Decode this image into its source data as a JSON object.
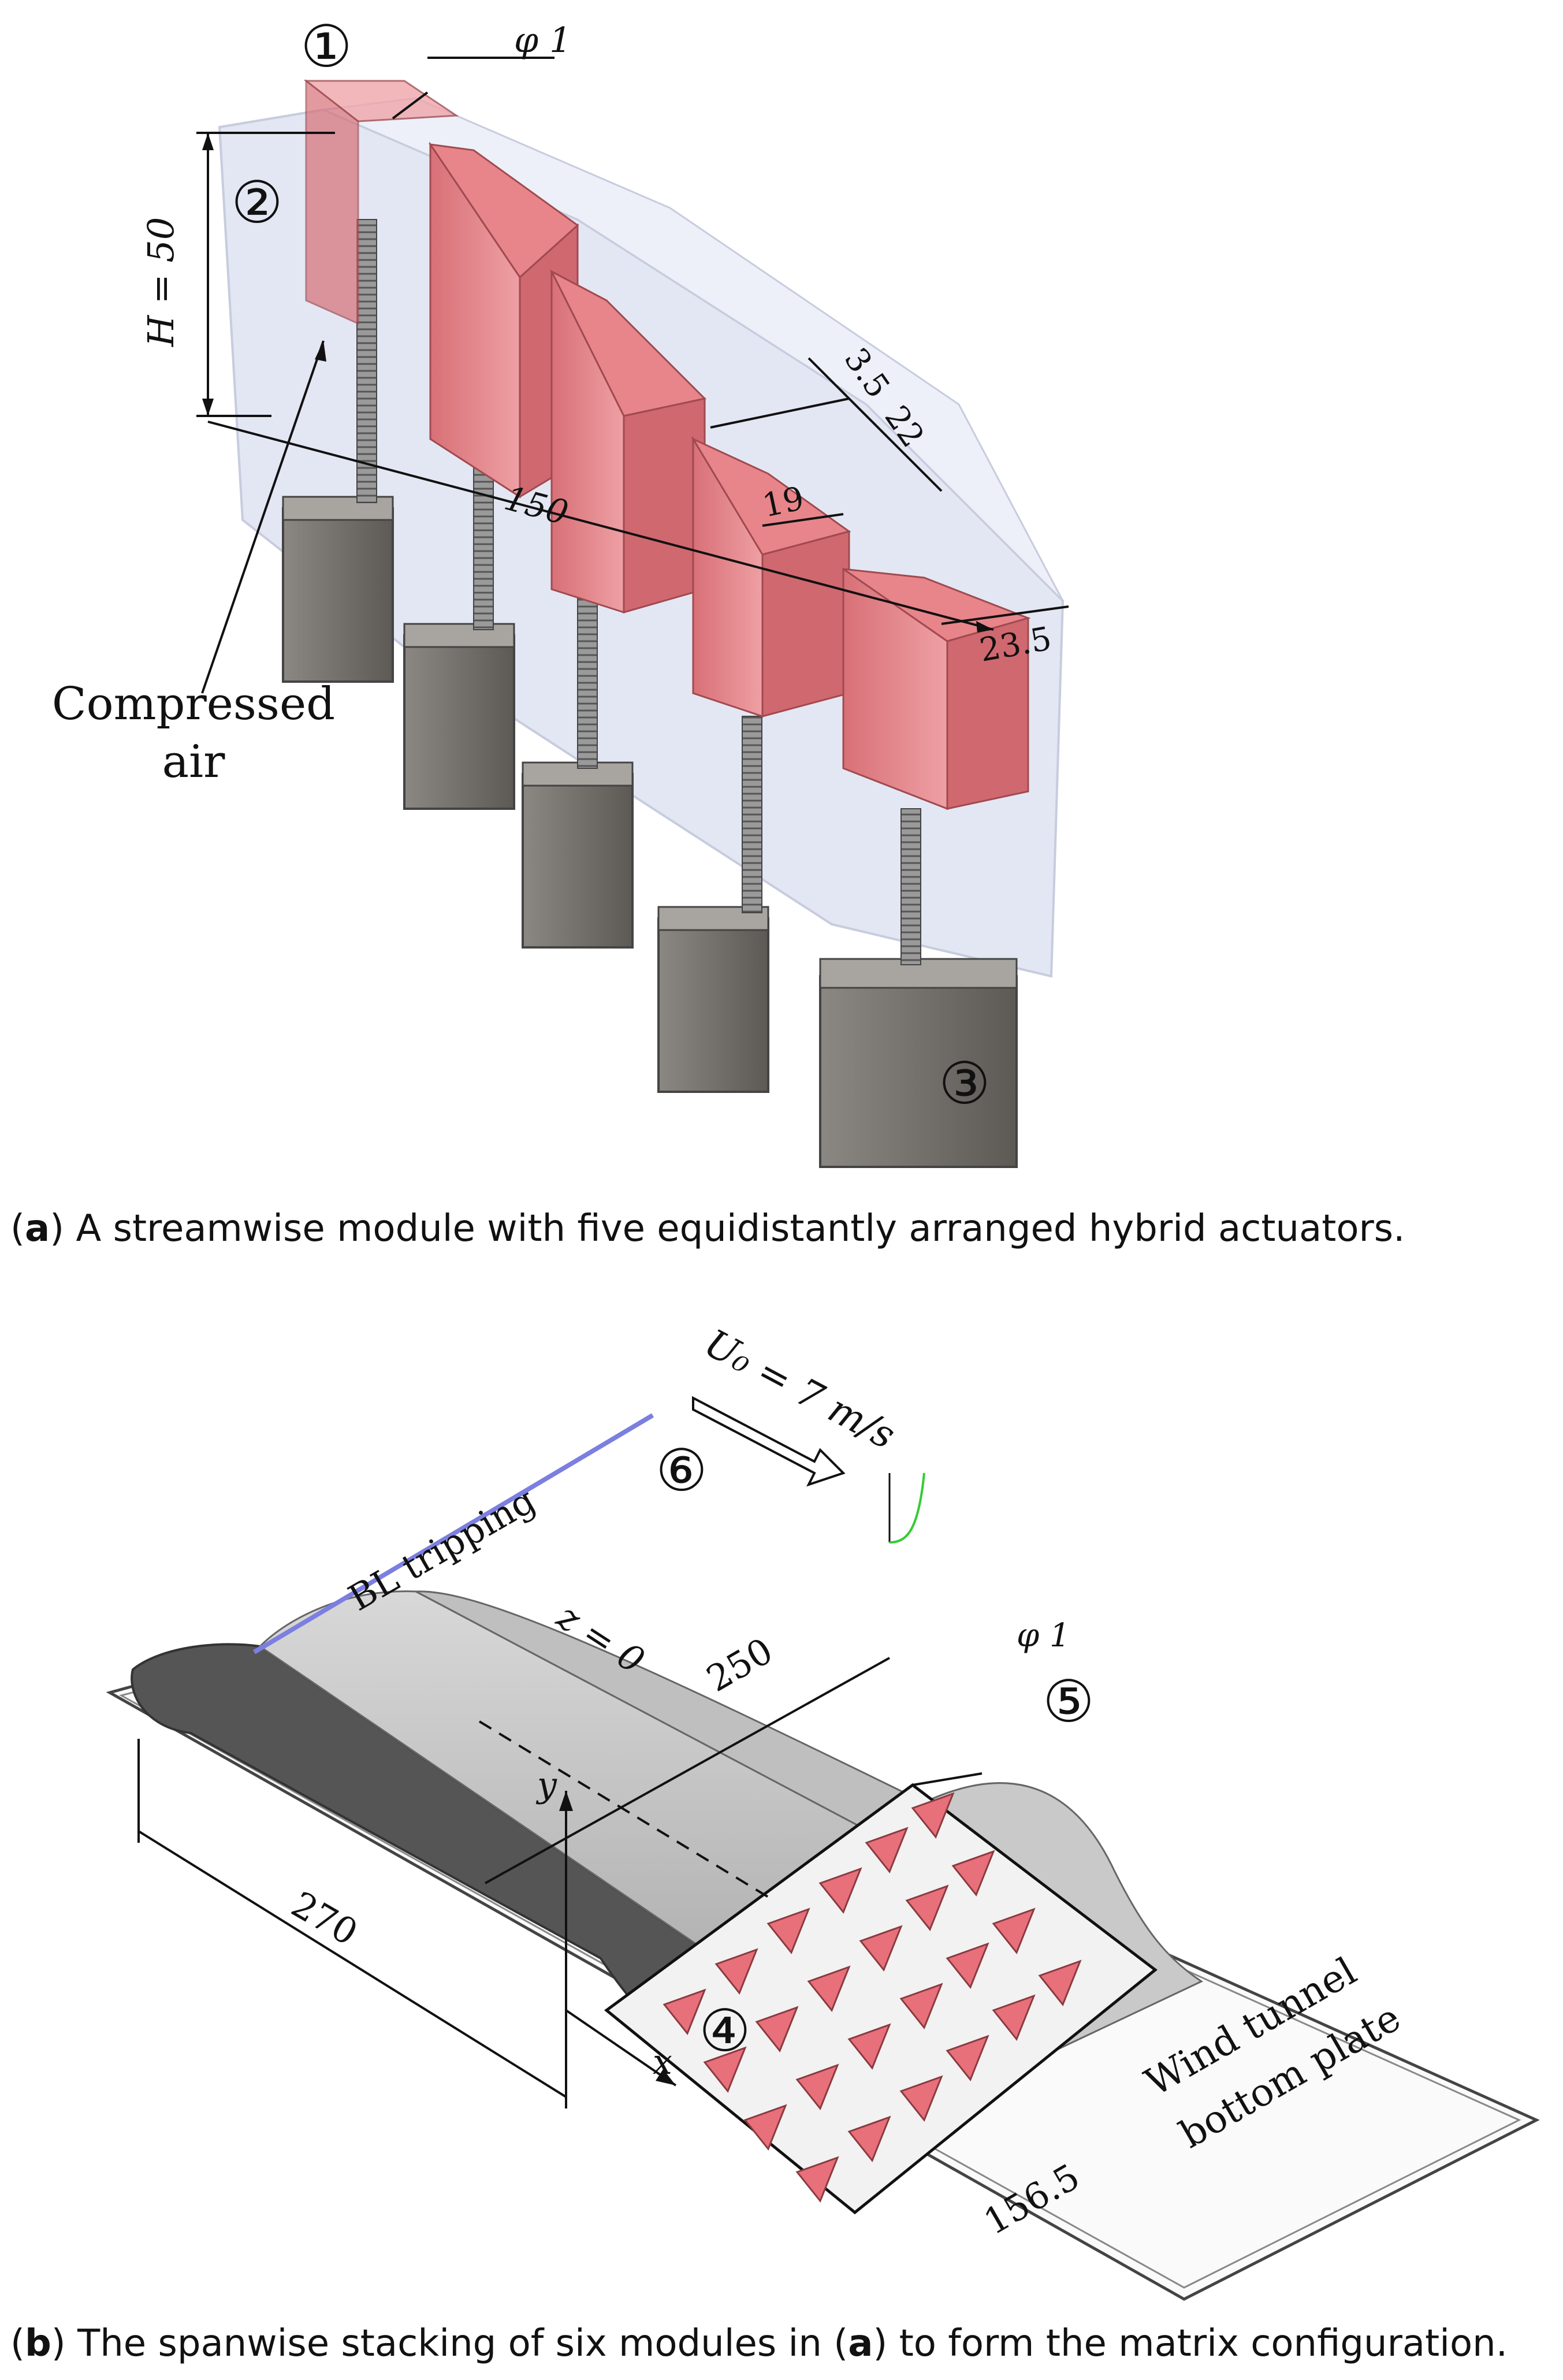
{
  "panel_a": {
    "callouts": [
      "①",
      "②",
      "③"
    ],
    "dimensions": {
      "diameter": "φ 1",
      "height": "H = 50",
      "length": "150",
      "gap": "3.5",
      "depth": "22",
      "width": "19",
      "offset": "23.5"
    },
    "label_air_line1": "Compressed",
    "label_air_line2": "air",
    "caption_letter": "a",
    "caption_text": " A streamwise module with five equidistantly arranged hybrid actuators."
  },
  "panel_b": {
    "callouts": [
      "④",
      "⑤",
      "⑥"
    ],
    "velocity": "U₀ = 7 m/s",
    "bl_tripping": "BL tripping",
    "z_label": "z = 0",
    "dim_250": "250",
    "dim_270": "270",
    "dim_156": "156.5",
    "diameter": "φ 1",
    "axis_x": "x",
    "axis_y": "y",
    "plate_line1": "Wind tunnel",
    "plate_line2": "bottom plate",
    "caption_prefix": "(",
    "caption_letter": "b",
    "caption_mid": ") The spanwise stacking of six modules in (",
    "caption_ref": "a",
    "caption_end": ") to form the matrix configuration."
  },
  "colors": {
    "actuator": "#e8858a",
    "actuator_dark": "#b85a60",
    "housing": "#c8d0e6",
    "motor": "#6e6a66",
    "tripping": "#7b7fe0",
    "ramp": "#c4c4c4"
  }
}
